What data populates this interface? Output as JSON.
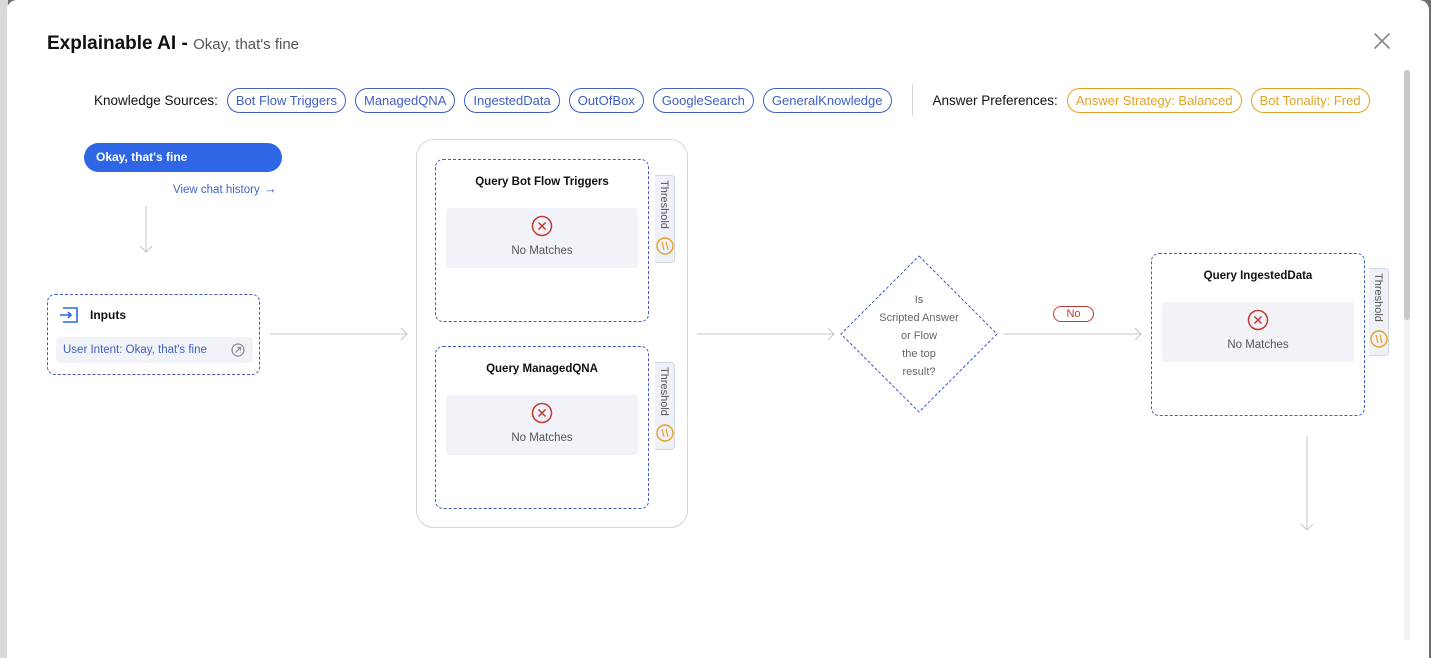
{
  "modal": {
    "title": "Explainable AI",
    "title_separator": "-",
    "subtitle": "Okay, that's fine"
  },
  "knowledge_sources": {
    "label": "Knowledge Sources:",
    "items": [
      "Bot Flow Triggers",
      "ManagedQNA",
      "IngestedData",
      "OutOfBox",
      "GoogleSearch",
      "GeneralKnowledge"
    ]
  },
  "answer_preferences": {
    "label": "Answer Preferences:",
    "items": [
      "Answer Strategy: Balanced",
      "Bot Tonality: Fred"
    ]
  },
  "chat": {
    "message": "Okay, that's fine",
    "history_link": "View chat history",
    "history_arrow": "→"
  },
  "inputs": {
    "title": "Inputs",
    "intent": "User Intent: Okay, that's fine"
  },
  "queries": [
    {
      "title": "Query Bot Flow Triggers",
      "result": "No Matches",
      "threshold_label": "Threshold"
    },
    {
      "title": "Query ManagedQNA",
      "result": "No Matches",
      "threshold_label": "Threshold"
    },
    {
      "title": "Query IngestedData",
      "result": "No Matches",
      "threshold_label": "Threshold"
    }
  ],
  "decision": {
    "lines": [
      "Is",
      "Scripted Answer",
      "or Flow",
      "the top",
      "result?"
    ],
    "edge_label": "No"
  },
  "colors": {
    "accent": "#2f66e6",
    "chip_blue": "#3f5fc4",
    "chip_orange": "#e2a324",
    "error_red": "#c33a33",
    "dashed_border": "#3a5cc7"
  }
}
